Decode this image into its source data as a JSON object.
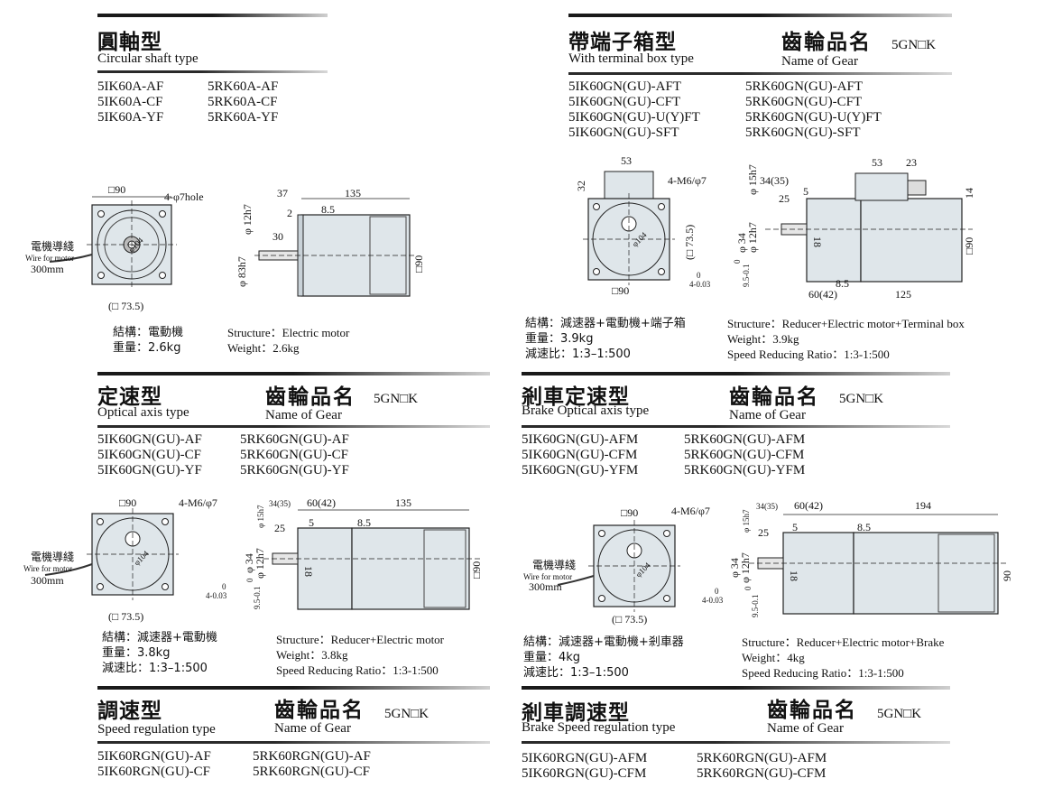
{
  "sections": [
    {
      "title_cn": "圓軸型",
      "title_en": "Circular shaft type",
      "models_left": [
        "5IK60A-AF",
        "5IK60A-CF",
        "5IK60A-YF"
      ],
      "models_right": [
        "5RK60A-AF",
        "5RK60A-CF",
        "5RK60A-YF"
      ],
      "front": {
        "square": "□90",
        "holes": "4-φ7hole",
        "wire_cn": "電機導綫",
        "wire_en": "Wire for motor",
        "wire_len": "300mm",
        "diam": "φ104",
        "pitch": "(□ 73.5)"
      },
      "side": {
        "d1": "37",
        "d2": "135",
        "d3": "2",
        "d4": "8.5",
        "d5": "30",
        "shaft": "φ 12h7",
        "body": "φ 83h7",
        "height": "□90"
      },
      "spec_cn": [
        "結構：電動機",
        "重量：2.6kg"
      ],
      "spec_en": [
        "Structure：Electric motor",
        "Weight：2.6kg"
      ]
    },
    {
      "title_cn": "帶端子箱型",
      "title_en": "With terminal box type",
      "gear_cn": "齒輪品名",
      "gear_en": "Name of Gear",
      "gear_model": "5GN□K",
      "models_left": [
        "5IK60GN(GU)-AFT",
        "5IK60GN(GU)-CFT",
        "5IK60GN(GU)-U(Y)FT",
        "5IK60GN(GU)-SFT"
      ],
      "models_right": [
        "5RK60GN(GU)-AFT",
        "5RK60GN(GU)-CFT",
        "5RK60GN(GU)-U(Y)FT",
        "5RK60GN(GU)-SFT"
      ],
      "front": {
        "box_w": "53",
        "box_h": "32",
        "holes": "4-M6/φ7",
        "diam": "φ104",
        "pitch": "(□ 73.5)",
        "square": "□90",
        "key": "4-0.03",
        "key_tol": "0",
        "keyh": "9.5-0.1",
        "keyh_tol": "0"
      },
      "side": {
        "d1": "34(35)",
        "d2": "25",
        "d3": "5",
        "shaft": "φ 15h7",
        "s1": "φ 34",
        "s2": "φ 12h7",
        "s3": "18",
        "box": "53",
        "box2": "23",
        "h14": "14",
        "height": "□90",
        "gear_len": "60(42)",
        "d4": "8.5",
        "motor_len": "125"
      },
      "spec_cn": [
        "結構：減速器+電動機+端子箱",
        "重量：3.9kg",
        "減速比：1:3–1:500"
      ],
      "spec_en": [
        "Structure：Reducer+Electric motor+Terminal box",
        "Weight：3.9kg",
        "Speed Reducing Ratio：1:3-1:500"
      ]
    },
    {
      "title_cn": "定速型",
      "title_en": "Optical axis type",
      "gear_cn": "齒輪品名",
      "gear_en": "Name of Gear",
      "gear_model": "5GN□K",
      "models_left": [
        "5IK60GN(GU)-AF",
        "5IK60GN(GU)-CF",
        "5IK60GN(GU)-YF"
      ],
      "models_right": [
        "5RK60GN(GU)-AF",
        "5RK60GN(GU)-CF",
        "5RK60GN(GU)-YF"
      ],
      "front": {
        "square": "□90",
        "holes": "4-M6/φ7",
        "wire_cn": "電機導綫",
        "wire_en": "Wire for motor",
        "wire_len": "300mm",
        "diam": "φ104",
        "pitch": "(□ 73.5)",
        "key": "4-0.03",
        "key_tol": "0",
        "keyh": "9.5-0.1",
        "keyh_tol": "0"
      },
      "side": {
        "d1": "34(35)",
        "gear_len": "60(42)",
        "motor_len": "135",
        "shaft": "φ 15h7",
        "d2": "25",
        "d3": "5",
        "d4": "8.5",
        "s1": "φ 34",
        "s2": "φ 12h7",
        "s3": "18",
        "height": "□90"
      },
      "spec_cn": [
        "結構：減速器+電動機",
        "重量：3.8kg",
        "減速比：1:3–1:500"
      ],
      "spec_en": [
        "Structure：Reducer+Electric motor",
        "Weight：3.8kg",
        "Speed Reducing Ratio：1:3-1:500"
      ]
    },
    {
      "title_cn": "剎車定速型",
      "title_en": "Brake Optical axis type",
      "gear_cn": "齒輪品名",
      "gear_en": "Name of Gear",
      "gear_model": "5GN□K",
      "models_left": [
        "5IK60GN(GU)-AFM",
        "5IK60GN(GU)-CFM",
        "5IK60GN(GU)-YFM"
      ],
      "models_right": [
        "5RK60GN(GU)-AFM",
        "5RK60GN(GU)-CFM",
        "5RK60GN(GU)-YFM"
      ],
      "front": {
        "square": "□90",
        "holes": "4-M6/φ7",
        "wire_cn": "電機導綫",
        "wire_en": "Wire for motor",
        "wire_len": "300mm",
        "diam": "φ104",
        "pitch": "(□ 73.5)",
        "key": "4-0.03",
        "key_tol": "0",
        "keyh": "9.5-0.1",
        "keyh_tol": "0"
      },
      "side": {
        "d1": "34(35)",
        "gear_len": "60(42)",
        "motor_len": "194",
        "shaft": "φ 15h7",
        "d2": "25",
        "d3": "5",
        "d4": "8.5",
        "s1": "φ 34",
        "s2": "φ 12h7",
        "s3": "18",
        "height": "90"
      },
      "spec_cn": [
        "結構：減速器+電動機+剎車器",
        "重量：4kg",
        "減速比：1:3–1:500"
      ],
      "spec_en": [
        "Structure：Reducer+Electric motor+Brake",
        "Weight：4kg",
        "Speed Reducing Ratio：1:3-1:500"
      ]
    },
    {
      "title_cn": "調速型",
      "title_en": "Speed regulation type",
      "gear_cn": "齒輪品名",
      "gear_en": "Name of Gear",
      "gear_model": "5GN□K",
      "models_left": [
        "5IK60RGN(GU)-AF",
        "5IK60RGN(GU)-CF"
      ],
      "models_right": [
        "5RK60RGN(GU)-AF",
        "5RK60RGN(GU)-CF"
      ]
    },
    {
      "title_cn": "剎車調速型",
      "title_en": "Brake Speed regulation type",
      "gear_cn": "齒輪品名",
      "gear_en": "Name of Gear",
      "gear_model": "5GN□K",
      "models_left": [
        "5IK60RGN(GU)-AFM",
        "5IK60RGN(GU)-CFM"
      ],
      "models_right": [
        "5RK60RGN(GU)-AFM",
        "5RK60RGN(GU)-CFM"
      ]
    }
  ]
}
